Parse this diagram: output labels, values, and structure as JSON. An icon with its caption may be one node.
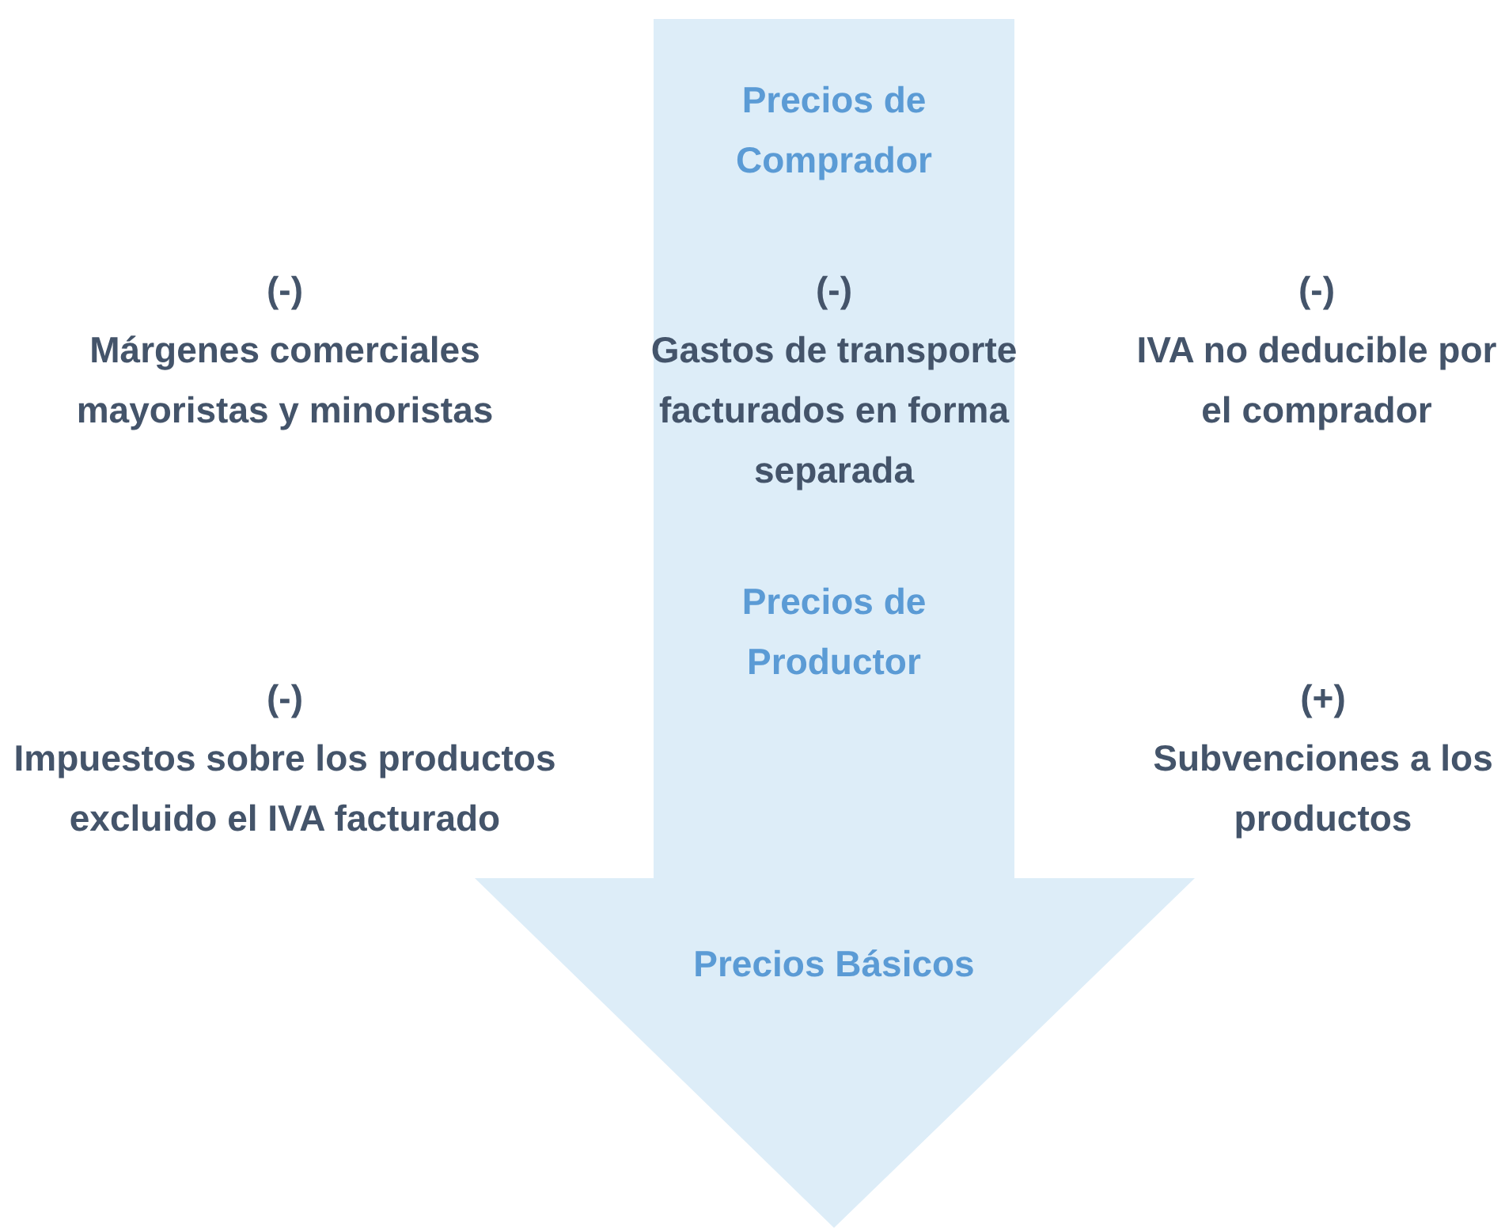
{
  "diagram": {
    "nodes": [
      {
        "text": [
          "Precios de Comprador",
          "Precios de Productor",
          "Precios Básicos"
        ]
      }
    ],
    "labels": [
      "(-)",
      "Márgenes comerciales mayoristas y minoristas",
      "(-)",
      "Gastos de transporte facturados en forma separada",
      "(-)",
      "IVA no deducible por el comprador",
      "(-)",
      "Impuestos sobre los productos excluido el IVA facturado",
      "(+)",
      "Subvenciones a los productos"
    ]
  }
}
